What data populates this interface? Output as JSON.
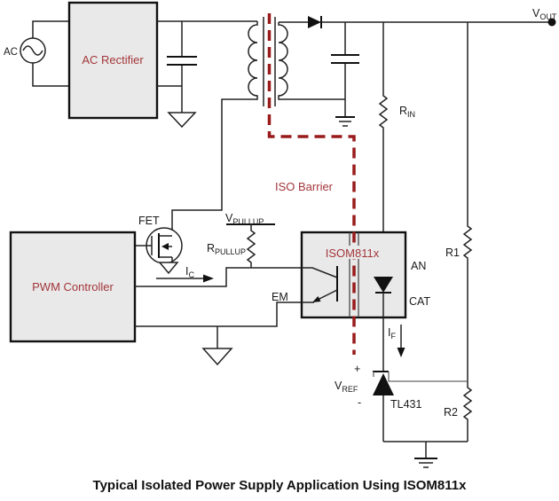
{
  "title": "Typical Isolated Power Supply Application Using ISOM811x",
  "colors": {
    "label_red": "#A3363A",
    "barrier_red": "#991B1B",
    "box_fill": "#E9E9E9",
    "wire": "#222222",
    "background": "#FFFFFF"
  },
  "blocks": {
    "ac_rectifier": "AC Rectifier",
    "pwm_controller": "PWM Controller",
    "isom": "ISOM811x"
  },
  "labels": {
    "ac": "AC",
    "fet": "FET",
    "iso_barrier": "ISO Barrier",
    "vout": {
      "main": "V",
      "sub": "OUT"
    },
    "rin": {
      "main": "R",
      "sub": "IN"
    },
    "r1": "R1",
    "r2": "R2",
    "vpullup": {
      "main": "V",
      "sub": "PULLUP"
    },
    "rpullup": {
      "main": "R",
      "sub": "PULLUP"
    },
    "ic": {
      "main": "I",
      "sub": "C"
    },
    "if": {
      "main": "I",
      "sub": "F"
    },
    "vref": {
      "main": "V",
      "sub": "REF"
    },
    "plus": "+",
    "minus": "-",
    "em": "EM",
    "an": "AN",
    "cat": "CAT",
    "tl431": "TL431"
  }
}
